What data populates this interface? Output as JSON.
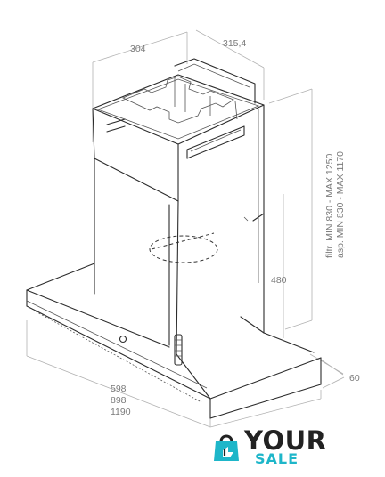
{
  "dimensions": {
    "depth_304": "304",
    "width_315": "315,4",
    "height_filter": "filtr. MIN 830 - MAX 1250",
    "height_aspiration": "asp. MIN 830 - MAX 1170",
    "height_480": "480",
    "thickness_60": "60",
    "width_598": "598",
    "width_898": "898",
    "width_1190": "1190"
  },
  "brand": {
    "word1": "YOUR",
    "word2": "SALE",
    "accent_color": "#1eb6c9",
    "dark_color": "#222222",
    "icon": "shopping-bag-hand-icon"
  }
}
